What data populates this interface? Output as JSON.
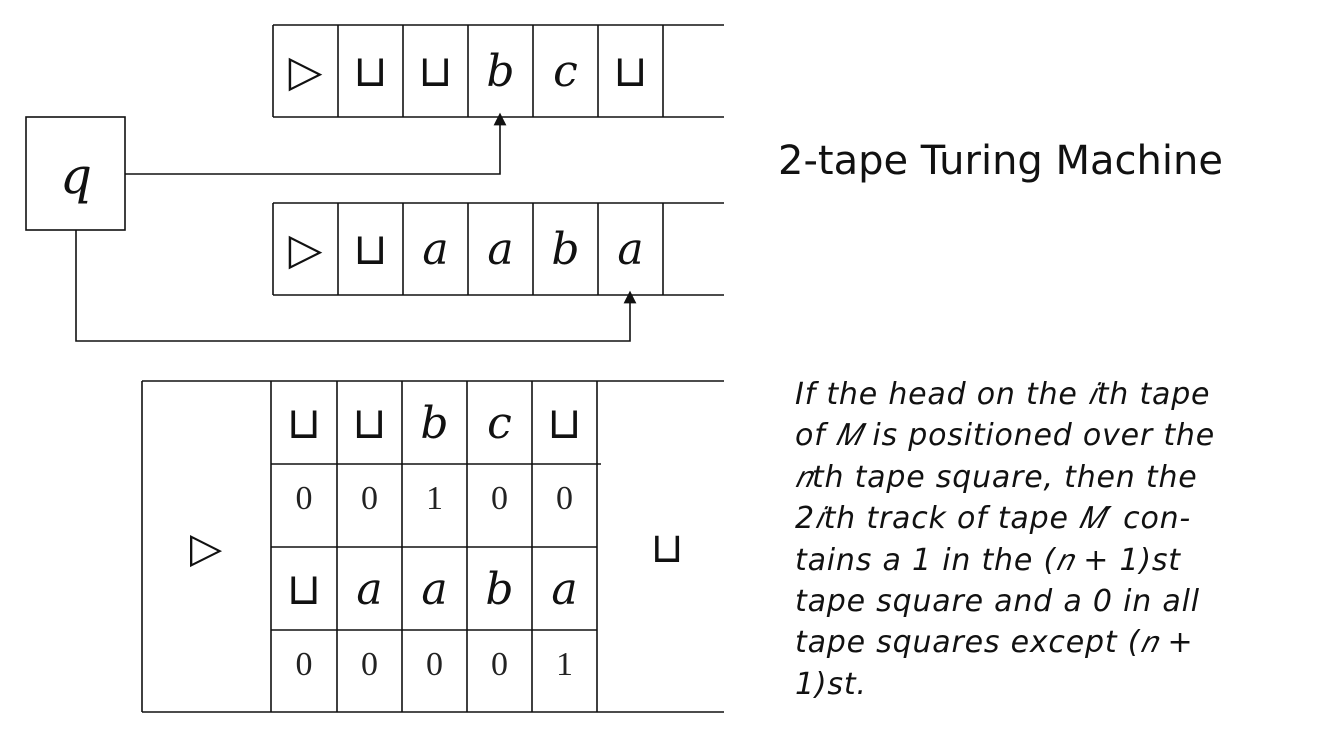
{
  "title": "2-tape Turing Machine",
  "state_label": "q",
  "blank_glyph": "⊔",
  "start_glyph": "▷",
  "tape1": [
    "▷",
    "⊔",
    "⊔",
    "b",
    "c",
    "⊔"
  ],
  "tape2": [
    "▷",
    "⊔",
    "a",
    "a",
    "b",
    "a"
  ],
  "head1_index": 3,
  "head2_index": 5,
  "combined": {
    "left_symbol": "▷",
    "right_symbol": "⊔",
    "track1": [
      "⊔",
      "⊔",
      "b",
      "c",
      "⊔"
    ],
    "track2": [
      "0",
      "0",
      "1",
      "0",
      "0"
    ],
    "track3": [
      "⊔",
      "a",
      "a",
      "b",
      "a"
    ],
    "track4": [
      "0",
      "0",
      "0",
      "0",
      "1"
    ]
  },
  "description_lines": [
    "If the head on the 𝑖th tape",
    "of 𝑀 is positioned over the",
    "𝑛th tape square, then the",
    "2𝑖th track of tape 𝑀′ con-",
    "tains a 1 in the (𝑛 + 1)st",
    "tape square and a 0 in all",
    "tape squares except (𝑛 +",
    "1)st."
  ]
}
